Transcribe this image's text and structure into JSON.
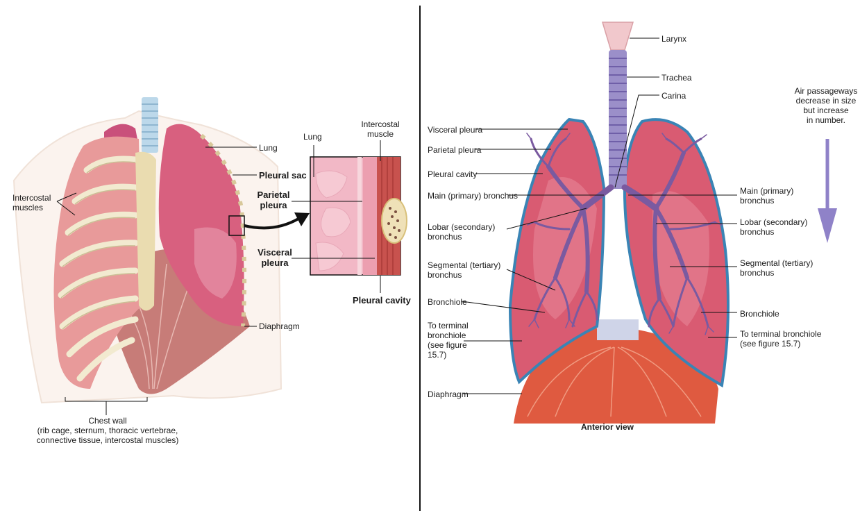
{
  "left_panel": {
    "labels": {
      "lung": "Lung",
      "pleural_sac": "Pleural sac",
      "intercostal_muscles": "Intercostal\nmuscles",
      "diaphragm": "Diaphragm",
      "chest_wall_title": "Chest wall",
      "chest_wall_detail": "(rib cage, sternum, thoracic vertebrae,\nconnective tissue, intercostal muscles)"
    },
    "inset": {
      "lung": "Lung",
      "intercostal_muscle": "Intercostal\nmuscle",
      "parietal_pleura": "Parietal\npleura",
      "visceral_pleura": "Visceral\npleura",
      "pleural_cavity": "Pleural cavity"
    }
  },
  "right_panel": {
    "labels": {
      "larynx": "Larynx",
      "trachea": "Trachea",
      "carina": "Carina",
      "visceral_pleura": "Visceral pleura",
      "parietal_pleura": "Parietal pleura",
      "pleural_cavity": "Pleural cavity",
      "main_bronchus_left": "Main (primary) bronchus",
      "main_bronchus_right": "Main (primary)\nbronchus",
      "lobar_left": "Lobar (secondary)\nbronchus",
      "lobar_right": "Lobar (secondary)\nbronchus",
      "segmental_left": "Segmental (tertiary)\nbronchus",
      "segmental_right": "Segmental (tertiary)\nbronchus",
      "bronchiole_left": "Bronchiole",
      "bronchiole_right": "Bronchiole",
      "terminal_left": "To terminal\nbronchiole\n(see figure\n15.7)",
      "terminal_right": "To terminal bronchiole\n(see figure 15.7)",
      "diaphragm": "Diaphragm",
      "air_passage_note": "Air passageways\ndecrease in size\nbut increase\nin number.",
      "view": "Anterior view"
    }
  },
  "colors": {
    "lung": "#d9566f",
    "lung_light": "#ee9aaa",
    "bronchi": "#7a5aa0",
    "trachea": "#9b8fc9",
    "pleura_blue": "#3a84b5",
    "diaphragm": "#e0523a",
    "rib": "#e9e0b4",
    "muscle": "#d98c8c",
    "arrow": "#8f82c8"
  }
}
